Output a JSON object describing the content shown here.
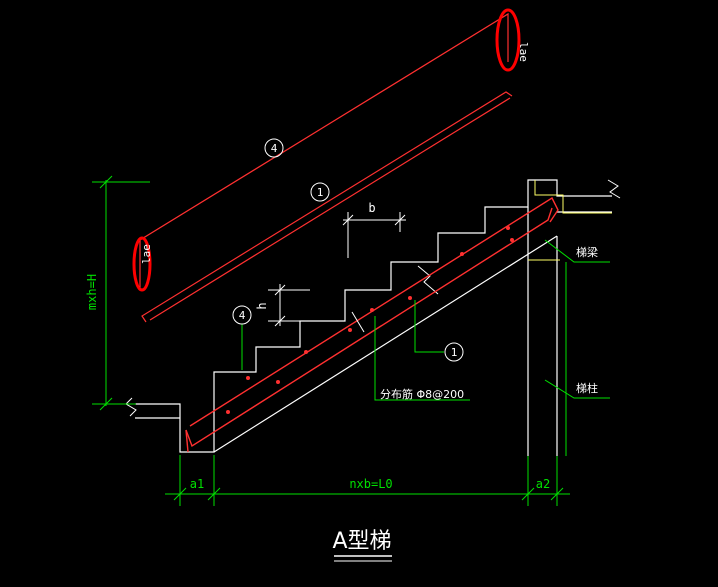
{
  "colors": {
    "background": "#000000",
    "concrete_outline": "#ffffff",
    "rebar": "#ff3030",
    "dimension": "#00e000",
    "beam_outline": "#ffff66",
    "annotation_circle": "#ffffff",
    "markup": "#ff0000"
  },
  "labels": {
    "rebar_top_callout": "4",
    "rebar_bottom_callout": "1",
    "anchor_top": "lae",
    "anchor_bottom": "lae",
    "step_width": "b",
    "step_height": "h",
    "step_callout_left": "4",
    "bar_callout_right": "1",
    "distribution_bar": "分布筋 Φ8@200",
    "beam_label": "梯梁",
    "column_label": "梯柱",
    "total_height": "mxh=H",
    "dim_a1": "a1",
    "dim_run": "nxb=L0",
    "dim_a2": "a2",
    "drawing_title": "A型梯"
  }
}
